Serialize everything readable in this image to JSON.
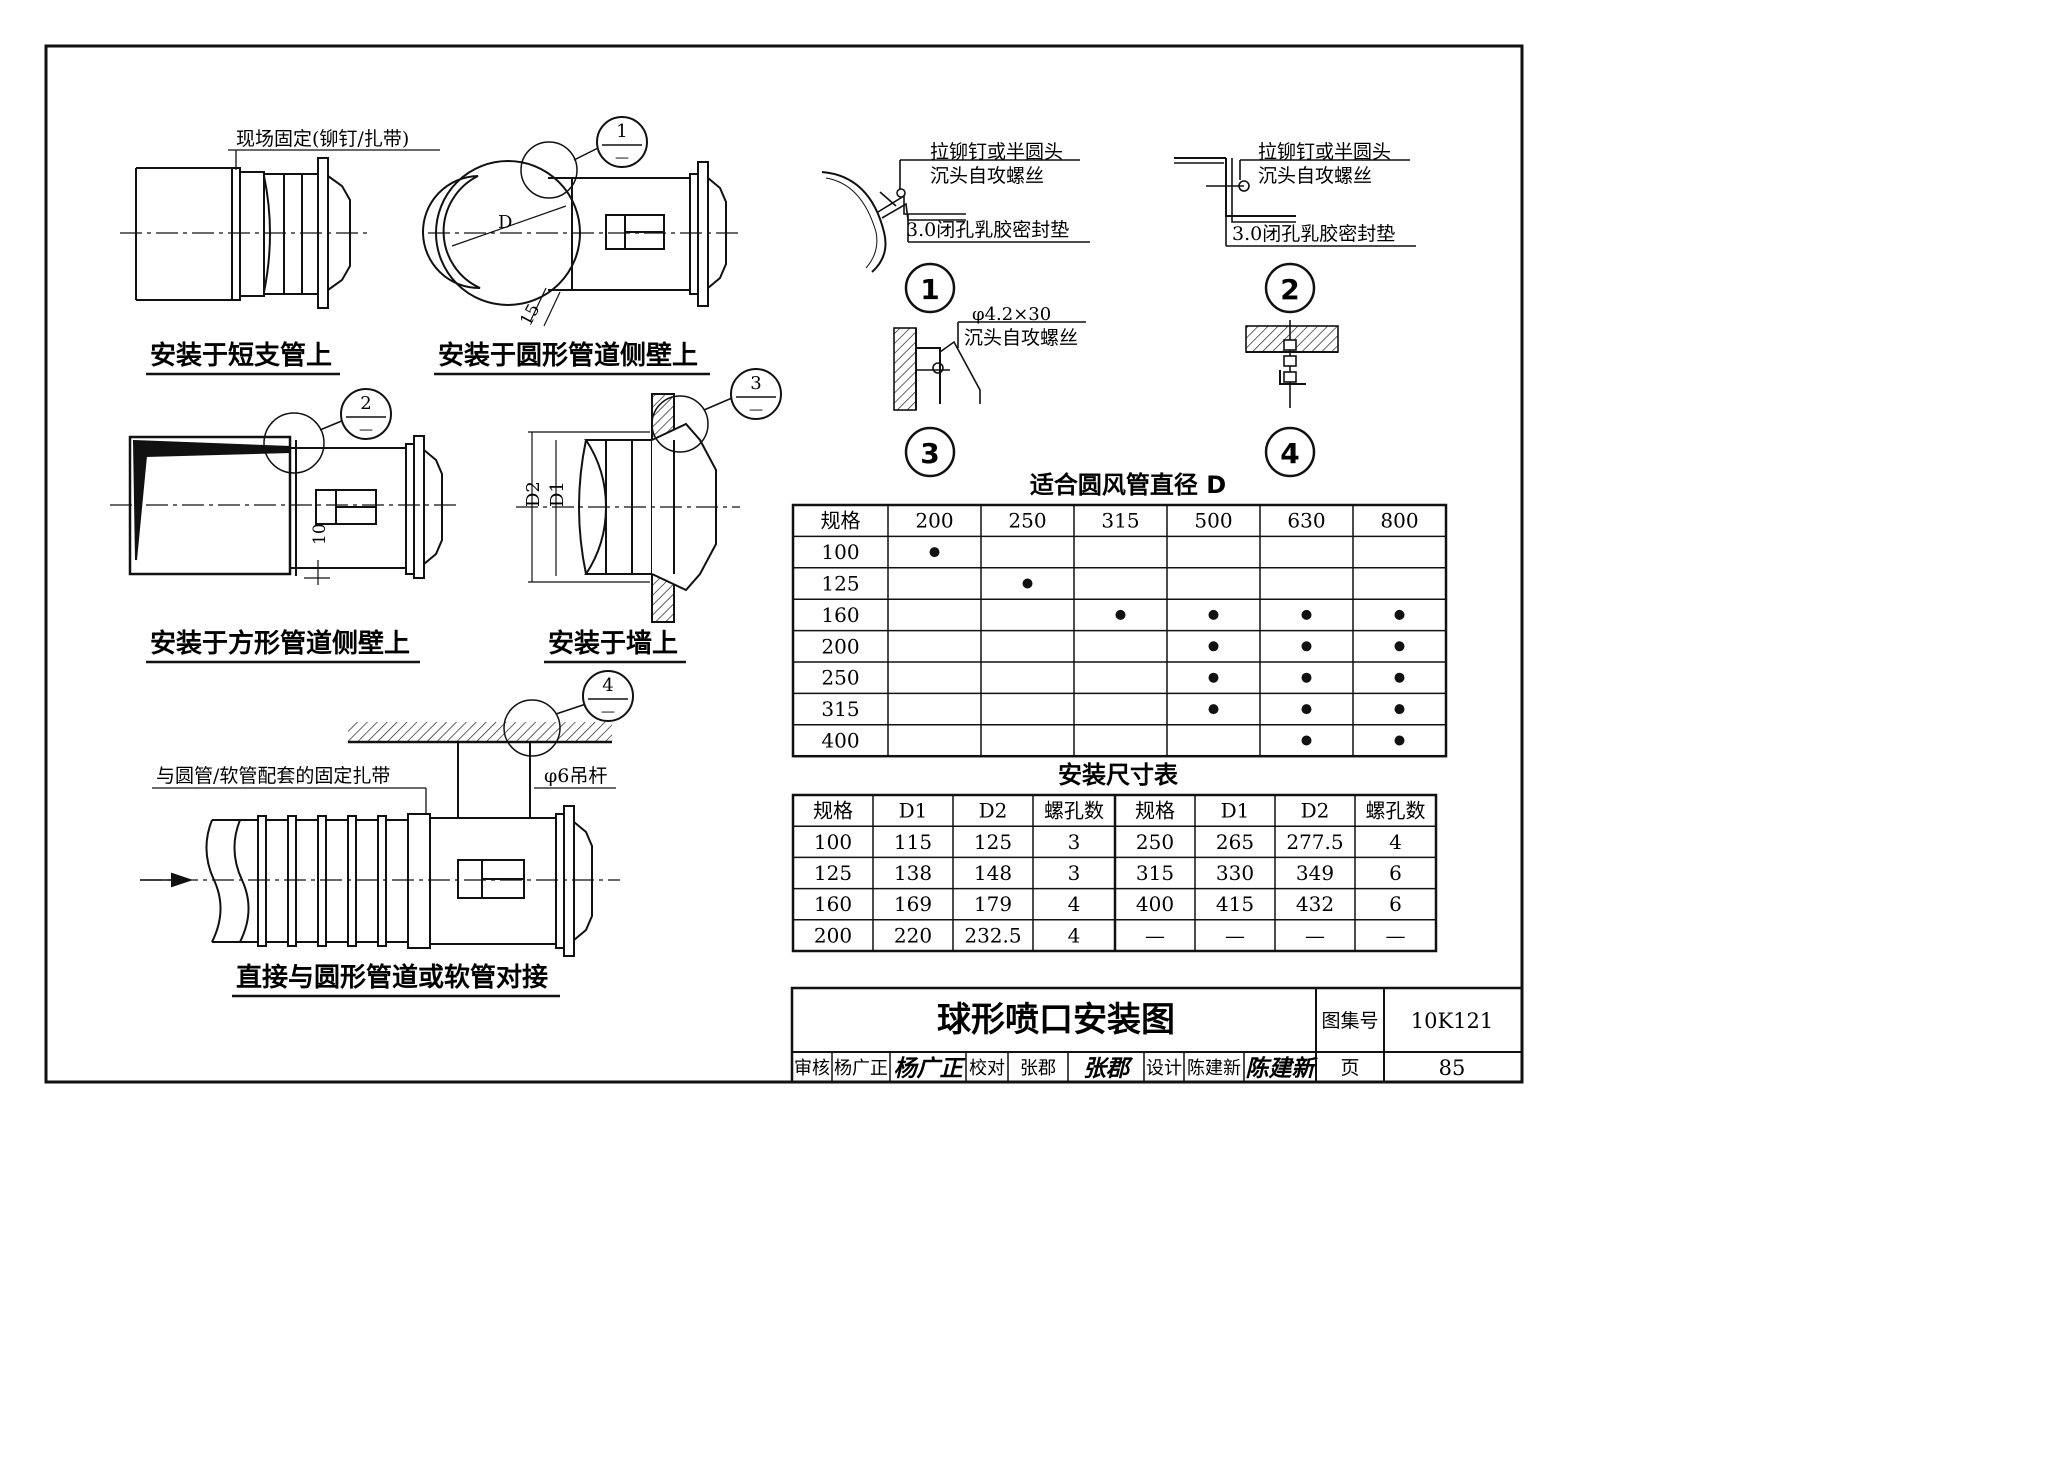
{
  "captions": {
    "short_branch": "安装于短支管上",
    "round_duct": "安装于圆形管道侧壁上",
    "square_duct": "安装于方形管道侧壁上",
    "wall": "安装于墙上",
    "direct": "直接与圆形管道或软管对接"
  },
  "labels": {
    "site_fix": "现场固定(铆钉/扎带)",
    "d_label": "D",
    "d1_label": "D1",
    "d2_label": "D2",
    "dim15": "15",
    "dim10": "10",
    "band": "与圆管/软管配套的固定扎带",
    "rod": "φ6吊杆",
    "rivet1": "拉铆钉或半圆头",
    "screw1": "沉头自攻螺丝",
    "gasket1": "3.0闭孔乳胶密封垫",
    "rivet2": "拉铆钉或半圆头",
    "screw2": "沉头自攻螺丝",
    "gasket2": "3.0闭孔乳胶密封垫",
    "screw_size": "φ4.2×30",
    "screw3": "沉头自攻螺丝"
  },
  "callouts": {
    "c1_top": "1",
    "c1_bottom": "—",
    "c2_top": "2",
    "c2_bottom": "—",
    "c3_top": "3",
    "c3_bottom": "—",
    "c4_top": "4",
    "c4_bottom": "—"
  },
  "details": {
    "d1": "1",
    "d2": "2",
    "d3": "3",
    "d4": "4"
  },
  "suit_table": {
    "title": "适合圆风管直径 D",
    "header": [
      "规格",
      "200",
      "250",
      "315",
      "500",
      "630",
      "800"
    ],
    "rows": [
      {
        "spec": "100",
        "marks": [
          true,
          false,
          false,
          false,
          false,
          false
        ]
      },
      {
        "spec": "125",
        "marks": [
          false,
          true,
          false,
          false,
          false,
          false
        ]
      },
      {
        "spec": "160",
        "marks": [
          false,
          false,
          true,
          true,
          true,
          true
        ]
      },
      {
        "spec": "200",
        "marks": [
          false,
          false,
          false,
          true,
          true,
          true
        ]
      },
      {
        "spec": "250",
        "marks": [
          false,
          false,
          false,
          true,
          true,
          true
        ]
      },
      {
        "spec": "315",
        "marks": [
          false,
          false,
          false,
          true,
          true,
          true
        ]
      },
      {
        "spec": "400",
        "marks": [
          false,
          false,
          false,
          false,
          true,
          true
        ]
      }
    ]
  },
  "size_table": {
    "title": "安装尺寸表",
    "header": [
      "规格",
      "D1",
      "D2",
      "螺孔数",
      "规格",
      "D1",
      "D2",
      "螺孔数"
    ],
    "rows": [
      [
        "100",
        "115",
        "125",
        "3",
        "250",
        "265",
        "277.5",
        "4"
      ],
      [
        "125",
        "138",
        "148",
        "3",
        "315",
        "330",
        "349",
        "6"
      ],
      [
        "160",
        "169",
        "179",
        "4",
        "400",
        "415",
        "432",
        "6"
      ],
      [
        "200",
        "220",
        "232.5",
        "4",
        "—",
        "—",
        "—",
        "—"
      ]
    ]
  },
  "title_block": {
    "title": "球形喷口安装图",
    "atlas_label": "图集号",
    "atlas_no": "10K121",
    "page_label": "页",
    "page_no": "85",
    "review_label": "审核",
    "reviewer": "杨广正",
    "reviewer_sig": "杨广正",
    "check_label": "校对",
    "checker": "张郡",
    "checker_sig": "张郡",
    "design_label": "设计",
    "designer": "陈建新",
    "designer_sig": "陈建新"
  }
}
